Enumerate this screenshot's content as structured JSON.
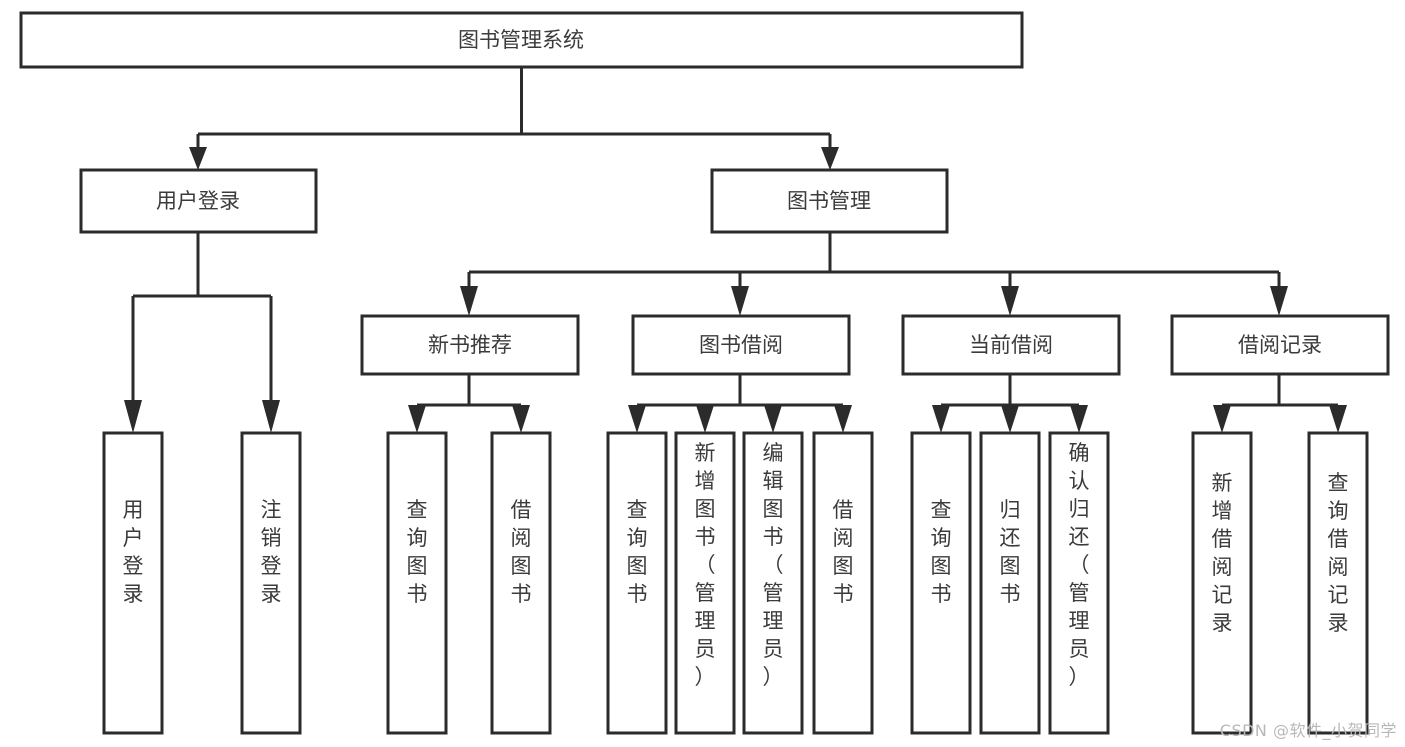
{
  "diagram": {
    "type": "tree",
    "title": "图书管理系统",
    "root": {
      "id": "root",
      "label": "图书管理系统",
      "orientation": "horizontal"
    },
    "level1": [
      {
        "id": "user-login",
        "label": "用户登录",
        "orientation": "horizontal"
      },
      {
        "id": "book-management",
        "label": "图书管理",
        "orientation": "horizontal"
      }
    ],
    "level2": [
      {
        "id": "new-book-recommend",
        "label": "新书推荐",
        "orientation": "horizontal",
        "parent": "book-management"
      },
      {
        "id": "book-borrow",
        "label": "图书借阅",
        "orientation": "horizontal",
        "parent": "book-management"
      },
      {
        "id": "current-borrow",
        "label": "当前借阅",
        "orientation": "horizontal",
        "parent": "book-management"
      },
      {
        "id": "borrow-record",
        "label": "借阅记录",
        "orientation": "horizontal",
        "parent": "book-management"
      }
    ],
    "leaves": [
      {
        "id": "leaf-user-login",
        "label": "用户登录",
        "orientation": "vertical",
        "parent": "user-login"
      },
      {
        "id": "leaf-user-logout",
        "label": "注销登录",
        "orientation": "vertical",
        "parent": "user-login"
      },
      {
        "id": "leaf-query-book-1",
        "label": "查询图书",
        "orientation": "vertical",
        "parent": "new-book-recommend"
      },
      {
        "id": "leaf-borrow-book-1",
        "label": "借阅图书",
        "orientation": "vertical",
        "parent": "new-book-recommend"
      },
      {
        "id": "leaf-query-book-2",
        "label": "查询图书",
        "orientation": "vertical",
        "parent": "book-borrow"
      },
      {
        "id": "leaf-add-book",
        "label": "新增图书（管理员）",
        "orientation": "vertical",
        "parent": "book-borrow"
      },
      {
        "id": "leaf-edit-book",
        "label": "编辑图书（管理员）",
        "orientation": "vertical",
        "parent": "book-borrow"
      },
      {
        "id": "leaf-borrow-book-2",
        "label": "借阅图书",
        "orientation": "vertical",
        "parent": "book-borrow"
      },
      {
        "id": "leaf-query-book-3",
        "label": "查询图书",
        "orientation": "vertical",
        "parent": "current-borrow"
      },
      {
        "id": "leaf-return-book",
        "label": "归还图书",
        "orientation": "vertical",
        "parent": "current-borrow"
      },
      {
        "id": "leaf-confirm-return",
        "label": "确认归还（管理员）",
        "orientation": "vertical",
        "parent": "current-borrow"
      },
      {
        "id": "leaf-add-record",
        "label": "新增借阅记录",
        "orientation": "vertical",
        "parent": "borrow-record"
      },
      {
        "id": "leaf-query-record",
        "label": "查询借阅记录",
        "orientation": "vertical",
        "parent": "borrow-record"
      }
    ],
    "colors": {
      "box_fill": "#ffffff",
      "box_stroke": "#2b2b2b",
      "text": "#3b3b3b",
      "connector": "#2b2b2b",
      "background": "#ffffff",
      "watermark": "#b8b8b8"
    }
  },
  "watermark": {
    "text": "CSDN @软件_小贺同学"
  }
}
